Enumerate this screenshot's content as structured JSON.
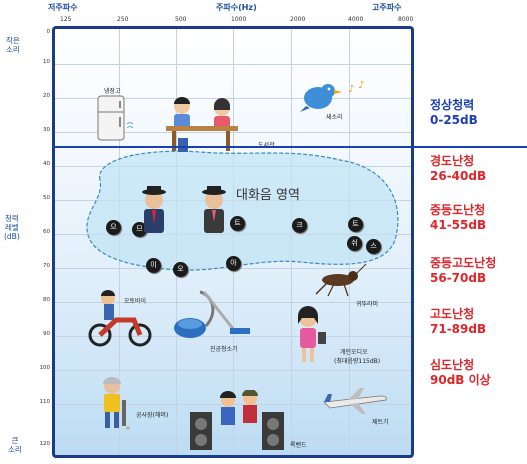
{
  "header": {
    "low_freq": "저주파수",
    "freq_title": "주파수(Hz)",
    "high_freq": "고주파수"
  },
  "freq_ticks": [
    "125",
    "250",
    "500",
    "1000",
    "2000",
    "4000",
    "8000"
  ],
  "left_axis": {
    "soft": "작은\n소리",
    "level": "청력\n레벨\n(dB)",
    "loud": "큰\n소리"
  },
  "db_ticks": [
    "0",
    "10",
    "20",
    "30",
    "40",
    "50",
    "60",
    "70",
    "80",
    "90",
    "100",
    "110",
    "120"
  ],
  "speech_area": {
    "title": "대화음 영역",
    "balls": [
      "으",
      "므",
      "트",
      "크",
      "트",
      "이",
      "오",
      "아",
      "쉬",
      "스"
    ]
  },
  "sound_labels": {
    "fridge": "냉장고",
    "birds": "새소리",
    "library": "도서관",
    "cricket": "귀뚜라미",
    "motorcycle": "오토바이",
    "vacuum": "진공청소기",
    "personal_audio_1": "개인오디오",
    "personal_audio_2": "(최대음량115dB)",
    "construction": "공사장(해머)",
    "rockband": "록밴드",
    "jet": "제트기"
  },
  "levels": [
    {
      "name": "정상청력",
      "range": "0-25dB",
      "color": "#1c3fb5"
    },
    {
      "name": "경도난청",
      "range": "26-40dB",
      "color": "#e0252b"
    },
    {
      "name": "중등도난청",
      "range": "41-55dB",
      "color": "#e0252b"
    },
    {
      "name": "중등고도난청",
      "range": "56-70dB",
      "color": "#e0252b"
    },
    {
      "name": "고도난청",
      "range": "71-89dB",
      "color": "#e0252b"
    },
    {
      "name": "심도난청",
      "range": "90dB 이상",
      "color": "#e0252b"
    }
  ]
}
